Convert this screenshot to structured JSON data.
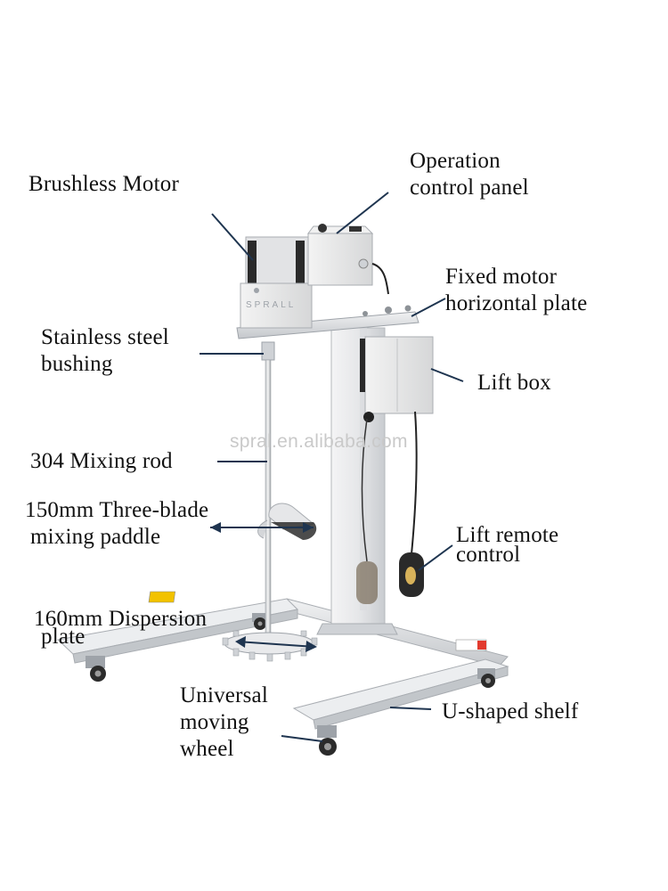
{
  "watermark": "spral.en.alibaba.com",
  "brand_mark": "SPRALL",
  "labels": {
    "brushless_motor": "Brushless Motor",
    "operation_panel_line1": "Operation",
    "operation_panel_line2": "control panel",
    "fixed_plate_line1": "Fixed motor",
    "fixed_plate_line2": "horizontal plate",
    "bushing_line1": "Stainless steel",
    "bushing_line2": "bushing",
    "lift_box": "Lift box",
    "mixing_rod": "304 Mixing rod",
    "paddle_line1": "150mm Three-blade",
    "paddle_line2": "mixing paddle",
    "remote_line1": "Lift remote",
    "remote_line2": "control",
    "dispersion_line1": "160mm Dispersion",
    "dispersion_line2": "plate",
    "wheel_line1": "Universal",
    "wheel_line2": "moving",
    "wheel_line3": "wheel",
    "shelf": "U-shaped shelf"
  },
  "colors": {
    "steel_light": "#e9eaec",
    "steel_mid": "#cfd2d6",
    "steel_dark": "#9ea3a9",
    "motor_black": "#2a2a2a",
    "leader_line": "#1f3550",
    "label_text": "#111111"
  }
}
